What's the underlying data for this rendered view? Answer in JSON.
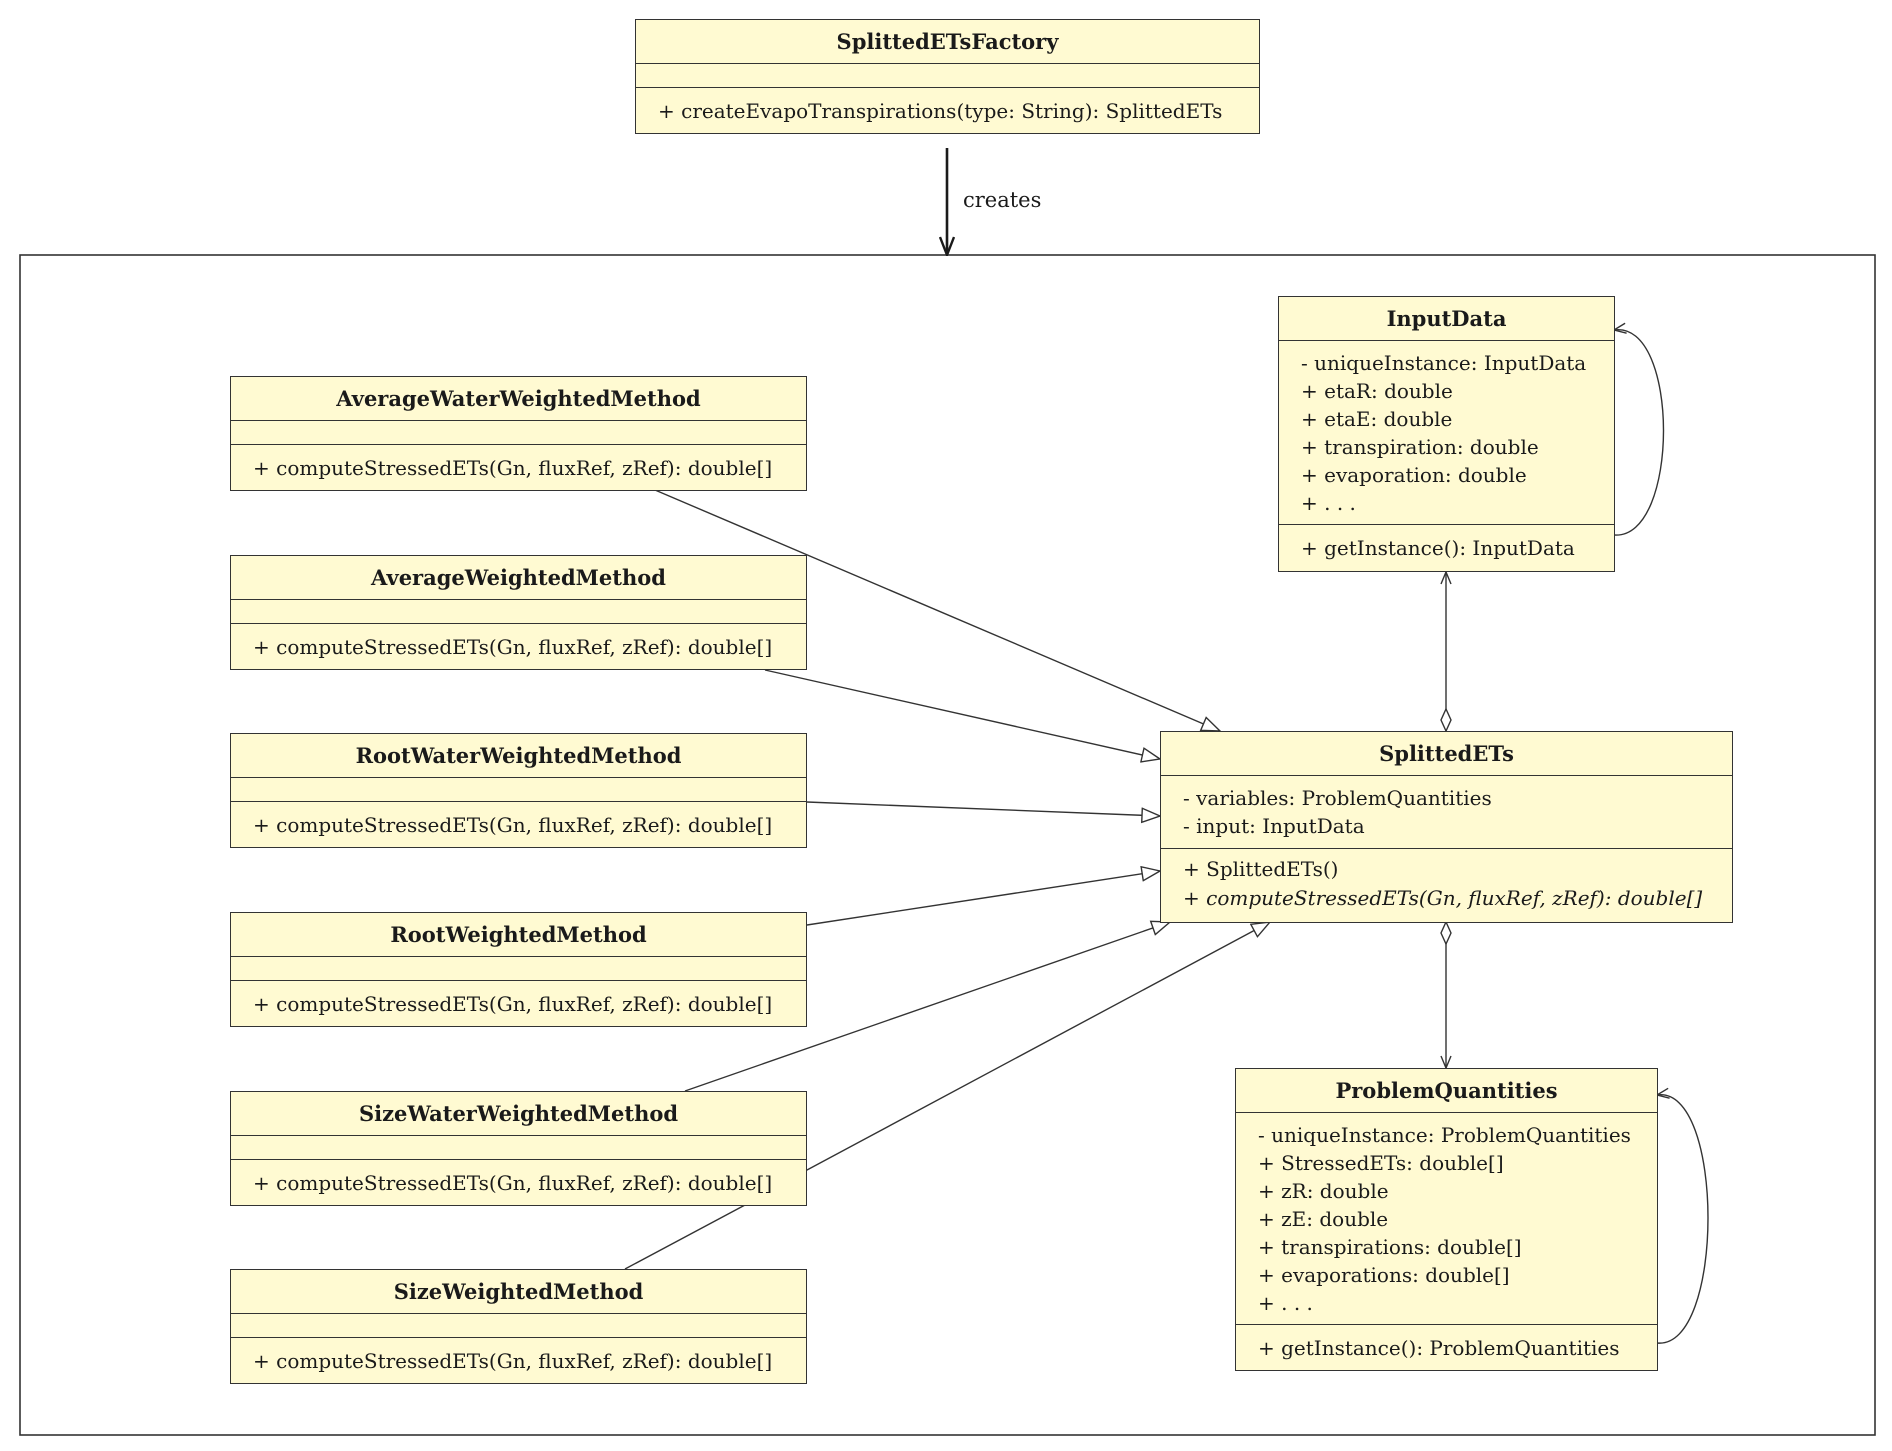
{
  "factory": {
    "name": "SplittedETsFactory",
    "operations": [
      "+ createEvapoTranspirations(type: String): SplittedETs"
    ]
  },
  "creates_label": "creates",
  "methods": [
    {
      "name": "AverageWaterWeightedMethod",
      "operation": "+ computeStressedETs(Gn, fluxRef, zRef): double[]"
    },
    {
      "name": "AverageWeightedMethod",
      "operation": "+ computeStressedETs(Gn, fluxRef, zRef): double[]"
    },
    {
      "name": "RootWaterWeightedMethod",
      "operation": "+ computeStressedETs(Gn, fluxRef, zRef): double[]"
    },
    {
      "name": "RootWeightedMethod",
      "operation": "+ computeStressedETs(Gn, fluxRef, zRef): double[]"
    },
    {
      "name": "SizeWaterWeightedMethod",
      "operation": "+ computeStressedETs(Gn, fluxRef, zRef): double[]"
    },
    {
      "name": "SizeWeightedMethod",
      "operation": "+ computeStressedETs(Gn, fluxRef, zRef): double[]"
    }
  ],
  "input_data": {
    "name": "InputData",
    "attributes": [
      "- uniqueInstance: InputData",
      "+ etaR: double",
      "+ etaE: double",
      "+ transpiration: double",
      "+ evaporation: double",
      "+ . . ."
    ],
    "operations": [
      "+ getInstance(): InputData"
    ]
  },
  "splitted_ets": {
    "name": "SplittedETs",
    "attributes": [
      "- variables: ProblemQuantities",
      "- input: InputData"
    ],
    "operations": [
      "+ SplittedETs()",
      "+ computeStressedETs(Gn, fluxRef, zRef): double[]"
    ]
  },
  "problem_quantities": {
    "name": "ProblemQuantities",
    "attributes": [
      "- uniqueInstance: ProblemQuantities",
      "+ StressedETs: double[]",
      "+ zR: double",
      "+ zE: double",
      "+ transpirations: double[]",
      "+ evaporations: double[]",
      "+ . . ."
    ],
    "operations": [
      "+ getInstance(): ProblemQuantities"
    ]
  },
  "colors": {
    "box_fill": "#fffad2",
    "line": "#333333"
  }
}
